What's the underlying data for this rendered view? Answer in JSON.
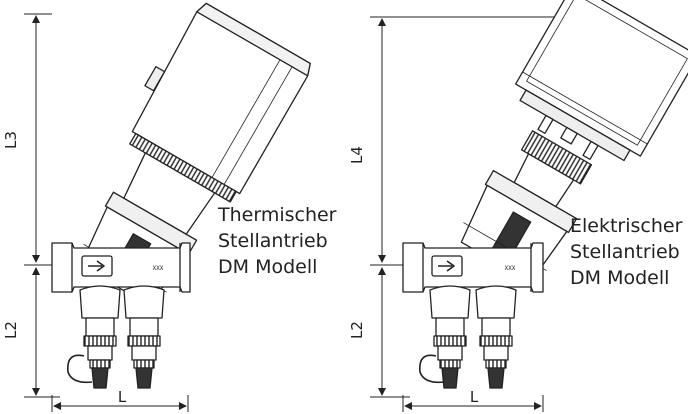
{
  "figures": [
    {
      "id": "thermal",
      "caption": "Thermischer\nStellantrieb\nDM Modell",
      "dimensions": {
        "upper": "L3",
        "lower": "L2",
        "width": "L"
      },
      "body_label": "XXX"
    },
    {
      "id": "electric",
      "caption": "Elektrischer\nStellantrieb\nDM Modell",
      "dimensions": {
        "upper": "L4",
        "lower": "L2",
        "width": "L"
      },
      "body_label": "XXX"
    }
  ],
  "colors": {
    "line": "#222222",
    "fill": "#ffffff",
    "shade": "#e6e6e6",
    "dark": "#333333"
  }
}
